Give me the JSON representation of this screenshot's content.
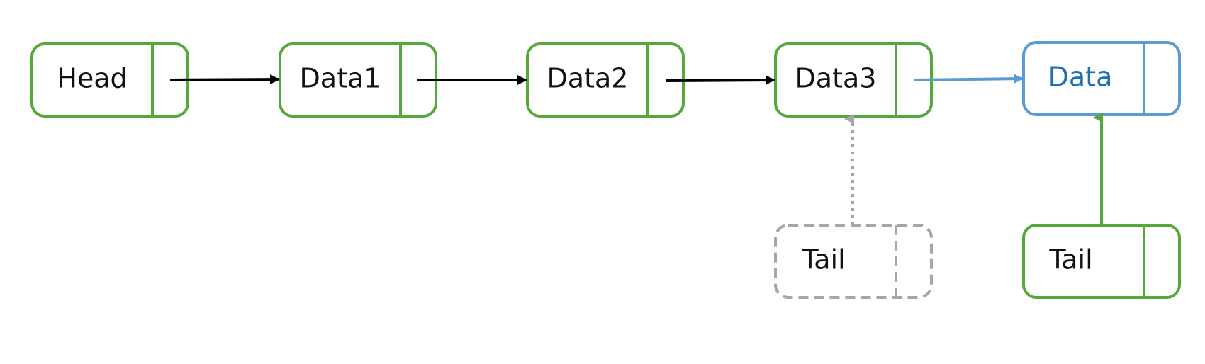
{
  "nodes": {
    "head": {
      "label": "Head",
      "state": "existing"
    },
    "data1": {
      "label": "Data1",
      "state": "existing"
    },
    "data2": {
      "label": "Data2",
      "state": "existing"
    },
    "data3": {
      "label": "Data3",
      "state": "existing"
    },
    "data_new": {
      "label": "Data",
      "state": "new"
    },
    "tail_old": {
      "label": "Tail",
      "state": "previous"
    },
    "tail_new": {
      "label": "Tail",
      "state": "current"
    }
  },
  "edges": [
    {
      "from": "head",
      "to": "data1",
      "kind": "next"
    },
    {
      "from": "data1",
      "to": "data2",
      "kind": "next"
    },
    {
      "from": "data2",
      "to": "data3",
      "kind": "next"
    },
    {
      "from": "data3",
      "to": "data_new",
      "kind": "new-next"
    },
    {
      "from": "tail_old",
      "to": "data3",
      "kind": "old-tail-pointer"
    },
    {
      "from": "tail_new",
      "to": "data_new",
      "kind": "tail-pointer"
    }
  ],
  "colors": {
    "existing": "#55a83a",
    "new": "#5b9bd5",
    "new_text": "#1f6fb5",
    "previous": "#a6a6a6",
    "arrow": "#000000",
    "text": "#111111"
  }
}
